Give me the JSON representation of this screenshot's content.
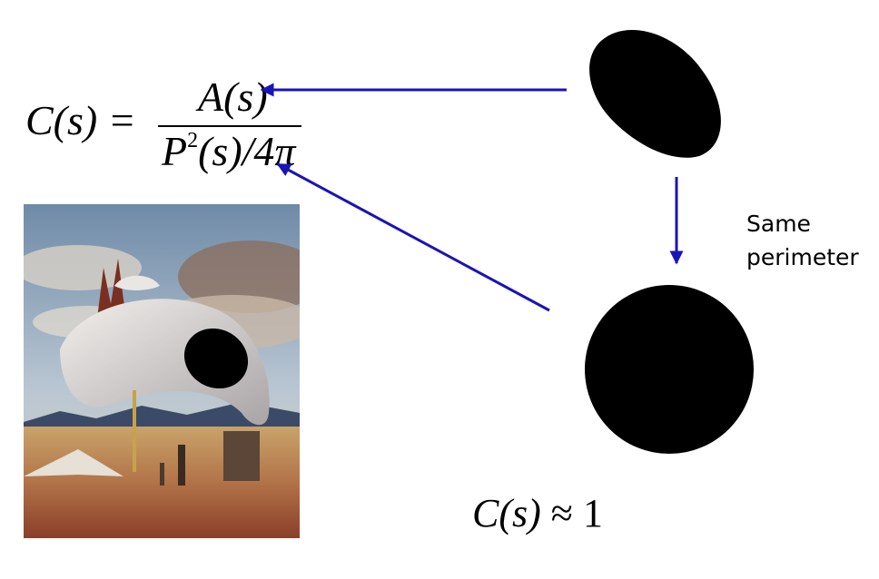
{
  "formula": {
    "lhs": "C(s) =",
    "numerator": "A(s)",
    "denominator_p": "P",
    "denominator_exp": "2",
    "denominator_rest": "(s)/4π"
  },
  "result": {
    "lhs": "C(s)",
    "approx": "≈",
    "value": "1"
  },
  "label": {
    "line1": "Same",
    "line2": "perimeter"
  },
  "colors": {
    "arrow": "#1a13b8",
    "shape": "#000000",
    "sky": "#8da6bf",
    "ground": "#b3764a"
  }
}
